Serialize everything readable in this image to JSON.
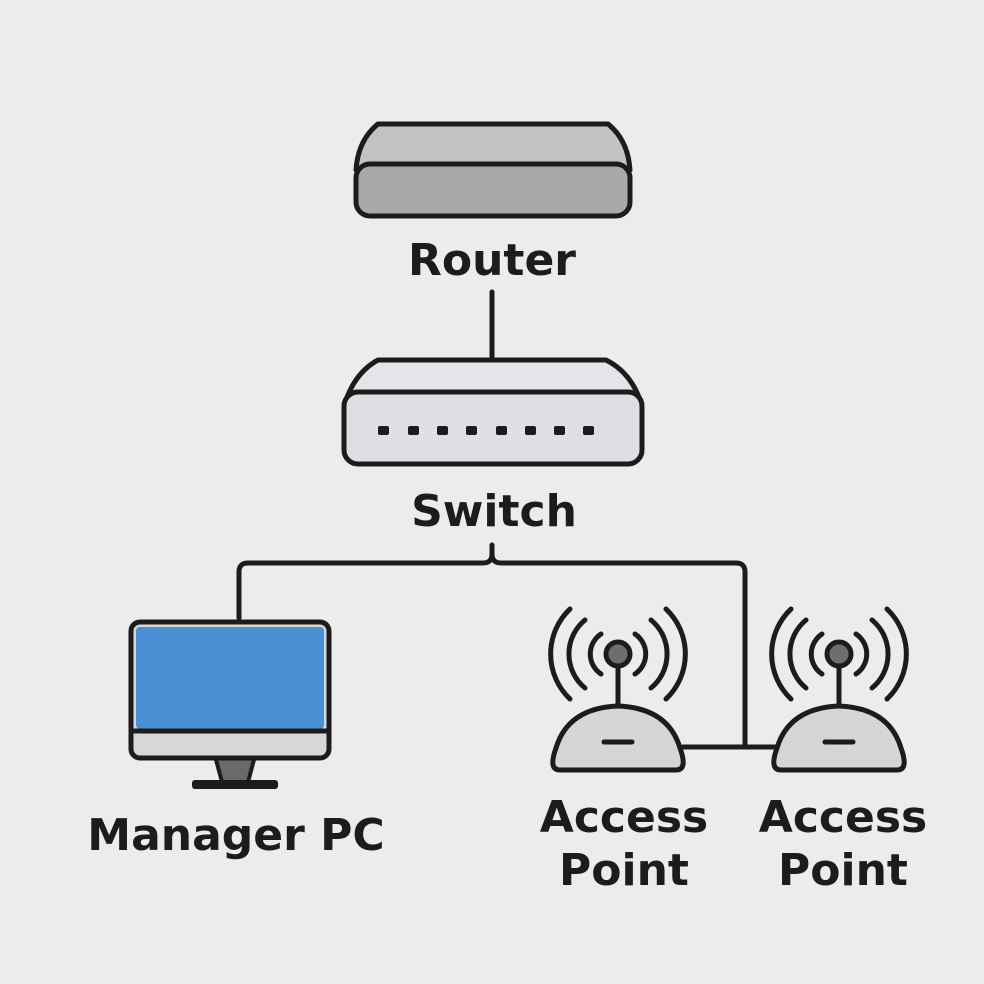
{
  "colors": {
    "background": "#ececec",
    "outline": "#1c1c1c",
    "router_body": "#a9a9a9",
    "router_top": "#c2c2c2",
    "switch_body": "#dedfe3",
    "access_point_body": "#d6d6d8",
    "antenna_tip": "#6e6e6e",
    "screen": "#4a90d4",
    "monitor_bezel": "#d7d7da",
    "monitor_stand": "#6a6a6a"
  },
  "nodes": {
    "router": {
      "label": "Router",
      "icon": "router-icon"
    },
    "switch": {
      "label": "Switch",
      "icon": "switch-icon"
    },
    "manager_pc": {
      "label": "Manager PC",
      "icon": "monitor-icon"
    },
    "access_point_1": {
      "label_line1": "Access",
      "label_line2": "Point",
      "icon": "wireless-access-point-icon"
    },
    "access_point_2": {
      "label_line1": "Access",
      "label_line2": "Point",
      "icon": "wireless-access-point-icon"
    }
  }
}
